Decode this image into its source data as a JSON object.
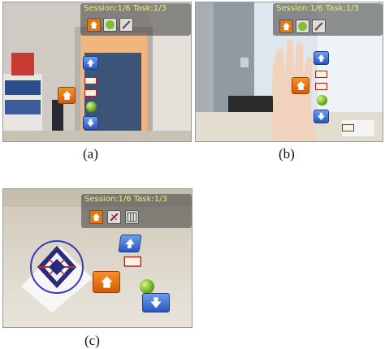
{
  "hud": {
    "session_label": "Session:1/6 Task:1/3",
    "session_label_c": "Session:1/6  Task:1/3"
  },
  "captions": {
    "a": "(a)",
    "b": "(b)",
    "c": "(c)"
  },
  "icons": {
    "home": "home-icon",
    "ball": "green-ball-icon",
    "pen": "pen-icon",
    "up": "up-arrow-icon",
    "down": "down-arrow-icon",
    "book": "book-icon",
    "target": "tracking-marker-icon"
  },
  "colors": {
    "hud_text": "#e7f07a",
    "home_tile": "#e8760f",
    "arrow_tile": "#3a6fd6",
    "marker_ring": "#3b3bb8"
  }
}
